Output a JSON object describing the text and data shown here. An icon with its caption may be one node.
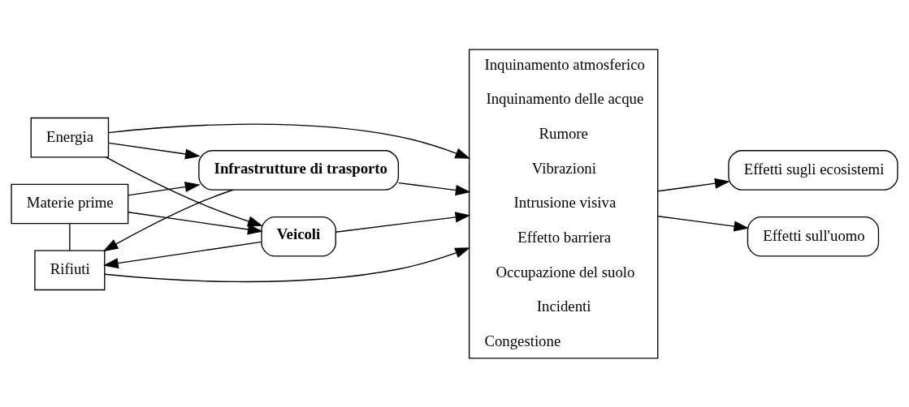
{
  "diagram": {
    "nodes": [
      {
        "text": [
          "Energia"
        ]
      },
      {
        "text": [
          "Materie prime"
        ]
      },
      {
        "text": [
          "Rifiuti"
        ]
      },
      {
        "text": [
          "Infrastrutture di trasporto"
        ]
      },
      {
        "text": [
          "Veicoli"
        ]
      },
      {
        "text": [
          "Inquinamento atmosferico",
          "Inquinamento delle acque",
          "Rumore",
          "Vibrazioni",
          "Intrusione visiva",
          "Effetto barriera",
          "Occupazione del suolo",
          "Incidenti",
          "Congestione"
        ]
      },
      {
        "text": [
          "Effetti sugli ecosistemi"
        ]
      },
      {
        "text": [
          "Effetti sull'uomo"
        ]
      }
    ],
    "edges": [
      {
        "from": 0,
        "to": 5,
        "arrow": "to"
      },
      {
        "from": 0,
        "to": 3,
        "arrow": "to"
      },
      {
        "from": 0,
        "to": 4,
        "arrow": "to"
      },
      {
        "from": 1,
        "to": 3,
        "arrow": "to"
      },
      {
        "from": 1,
        "to": 4,
        "arrow": "to"
      },
      {
        "from": 1,
        "to": 2,
        "arrow": "none"
      },
      {
        "from": 3,
        "to": 2,
        "arrow": "to"
      },
      {
        "from": 4,
        "to": 2,
        "arrow": "to"
      },
      {
        "from": 2,
        "to": 5,
        "arrow": "to"
      },
      {
        "from": 3,
        "to": 5,
        "arrow": "to"
      },
      {
        "from": 4,
        "to": 5,
        "arrow": "to"
      },
      {
        "from": 5,
        "to": 6,
        "arrow": "to"
      },
      {
        "from": 5,
        "to": 7,
        "arrow": "to"
      }
    ]
  }
}
